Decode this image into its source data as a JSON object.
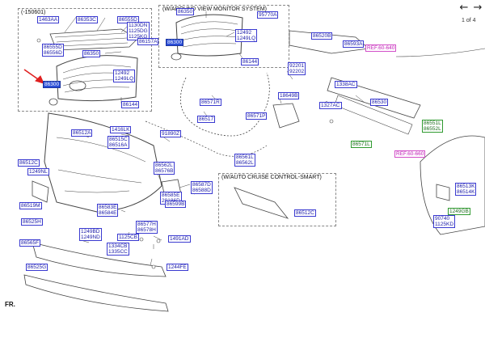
{
  "pager": {
    "prev_icon": "arrow-left-icon",
    "next_icon": "arrow-right-icon",
    "count": "1 of 4"
  },
  "boxes": {
    "around_view": "(W/AROUND VIEW MONITOR SYSTEM)",
    "auto_cruise": "(W/AUTO CRUISE CONTROL-SMART)",
    "date_note": "(-150601)"
  },
  "front_marker": "FR.",
  "colors": {
    "part_label": "#1a1aa8",
    "highlight": "#2b4fd8",
    "green_ref": "#1e6e1e",
    "ref": "#c01ab5",
    "callout_arrow": "#e02020"
  },
  "parts": [
    {
      "text": "1463AA"
    },
    {
      "text": "86353C"
    },
    {
      "text": "86555D"
    },
    {
      "text": "1130DN\n1125DG\n1125KG"
    },
    {
      "text": "86157A"
    },
    {
      "text": "86555D\n86556D"
    },
    {
      "text": "86350"
    },
    {
      "text": "12492\n1249LQ"
    },
    {
      "text": "86300",
      "style": "hl"
    },
    {
      "text": "86144"
    },
    {
      "text": "86350"
    },
    {
      "text": "95770A"
    },
    {
      "text": "86300",
      "style": "hl"
    },
    {
      "text": "12492\n1249LQ"
    },
    {
      "text": "86144"
    },
    {
      "text": "86520B"
    },
    {
      "text": "86593A"
    },
    {
      "text": "REF.60-640",
      "style": "ref"
    },
    {
      "text": "92201\n92202"
    },
    {
      "text": "1338AC"
    },
    {
      "text": "86571R"
    },
    {
      "text": "86517"
    },
    {
      "text": "18649B"
    },
    {
      "text": "86571P"
    },
    {
      "text": "1327AC"
    },
    {
      "text": "86530"
    },
    {
      "text": "86551L\n86552L",
      "style": "gr"
    },
    {
      "text": "86512A"
    },
    {
      "text": "1416LK"
    },
    {
      "text": "86515C\n86516A"
    },
    {
      "text": "91890Z"
    },
    {
      "text": "86571L",
      "style": "gr"
    },
    {
      "text": "REF.60-660",
      "style": "ref"
    },
    {
      "text": "86512C"
    },
    {
      "text": "1249NL"
    },
    {
      "text": "86562L\n86576B"
    },
    {
      "text": "86561L\n86562L"
    },
    {
      "text": "86513K\n86514K"
    },
    {
      "text": "86519M"
    },
    {
      "text": "86587D\n86588D"
    },
    {
      "text": "86512C"
    },
    {
      "text": "86583E\n86584E"
    },
    {
      "text": "86585E\n29186D"
    },
    {
      "text": "86599B"
    },
    {
      "text": "1249GB",
      "style": "gr"
    },
    {
      "text": "86525H"
    },
    {
      "text": "1249BD\n1249ND"
    },
    {
      "text": "86577H\n86578H"
    },
    {
      "text": "90740\n1125KD"
    },
    {
      "text": "86565F"
    },
    {
      "text": "1125CB"
    },
    {
      "text": "1491AD"
    },
    {
      "text": "1334CB\n1335CC"
    },
    {
      "text": "86525G"
    },
    {
      "text": "1244FE"
    }
  ]
}
